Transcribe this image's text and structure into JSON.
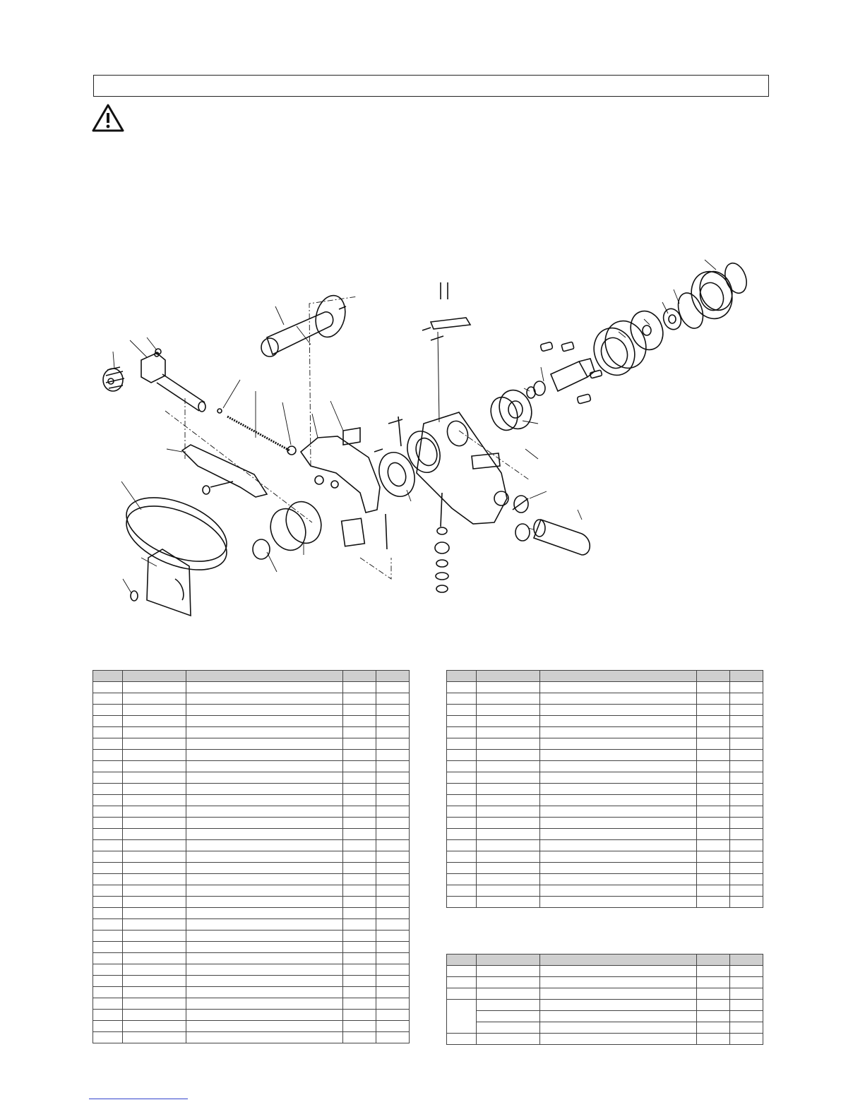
{
  "document": {
    "title": "",
    "warning_icon": "warning-triangle-icon",
    "warning_text": ""
  },
  "diagram": {
    "type": "exploded parts view",
    "callouts": []
  },
  "tables": {
    "left_rows": 32,
    "right_rows": 20,
    "bottom_rows": 7,
    "columns": [
      "",
      "",
      "",
      "",
      ""
    ]
  },
  "footer": {
    "link_text": ""
  }
}
